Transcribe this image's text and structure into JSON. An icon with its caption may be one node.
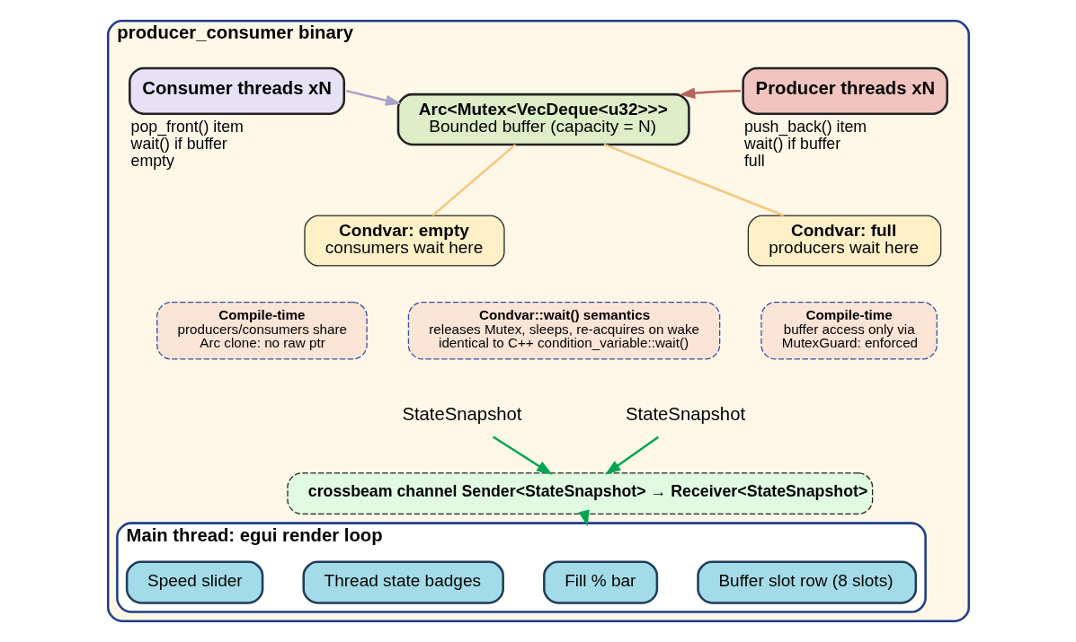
{
  "diagram": {
    "nodes": [
      {
        "text": [
          "producer_consumer binary"
        ]
      },
      {
        "text": [
          "Consumer threads xN"
        ],
        "in": 0,
        "beside": [
          "pop_front() item wait() if buffer empty"
        ]
      },
      {
        "text": [
          "Arc<Mutex<VecDeque<u32>>>",
          "Bounded buffer (capacity = N)"
        ],
        "in": 0
      },
      {
        "text": [
          "Producer threads xN"
        ],
        "in": 0,
        "beside": [
          "push_back() item wait() if buffer full"
        ]
      },
      {
        "text": [
          "Condvar: empty",
          "consumers wait here"
        ],
        "in": 0
      },
      {
        "text": [
          "Condvar: full",
          "producers wait here"
        ],
        "in": 0
      },
      {
        "text": [
          "Compile-time",
          "producers/consumers share Arc clone: no raw ptr"
        ],
        "in": 0
      },
      {
        "text": [
          "Condvar::wait() semantics",
          "releases Mutex, sleeps, re-acquires on wake identical to C++ condition_variable::wait()"
        ],
        "in": 0
      },
      {
        "text": [
          "Compile-time",
          "buffer access only via MutexGuard: enforced"
        ],
        "in": 0
      },
      {
        "text": [
          "StateSnapshot"
        ],
        "in": 0
      },
      {
        "text": [
          "StateSnapshot"
        ],
        "in": 0
      },
      {
        "text": [
          "crossbeam channel Sender<StateSnapshot> → Receiver<StateSnapshot>"
        ],
        "in": 0
      },
      {
        "text": [
          "Main thread: egui render loop"
        ],
        "in": 0
      },
      {
        "text": [
          "Speed slider"
        ],
        "in": 12
      },
      {
        "text": [
          "Thread state badges"
        ],
        "in": 12
      },
      {
        "text": [
          "Fill % bar"
        ],
        "in": 12
      },
      {
        "text": [
          "Buffer slot row (8 slots)"
        ],
        "in": 12
      }
    ],
    "edges": [
      {
        "from": 1,
        "to": 2,
        "arrow": "to",
        "color": "#a9a3c9"
      },
      {
        "from": 3,
        "to": 2,
        "arrow": "to",
        "color": "#b5655c"
      },
      {
        "from": 2,
        "to": 4,
        "arrow": "none",
        "color": "#f5c77e"
      },
      {
        "from": 2,
        "to": 5,
        "arrow": "none",
        "color": "#f5c77e"
      },
      {
        "from": 9,
        "to": 11,
        "arrow": "to",
        "color": "#00a651"
      },
      {
        "from": 10,
        "to": 11,
        "arrow": "to",
        "color": "#00a651"
      },
      {
        "from": 11,
        "to": 12,
        "arrow": "to",
        "color": "#00a651"
      }
    ]
  }
}
